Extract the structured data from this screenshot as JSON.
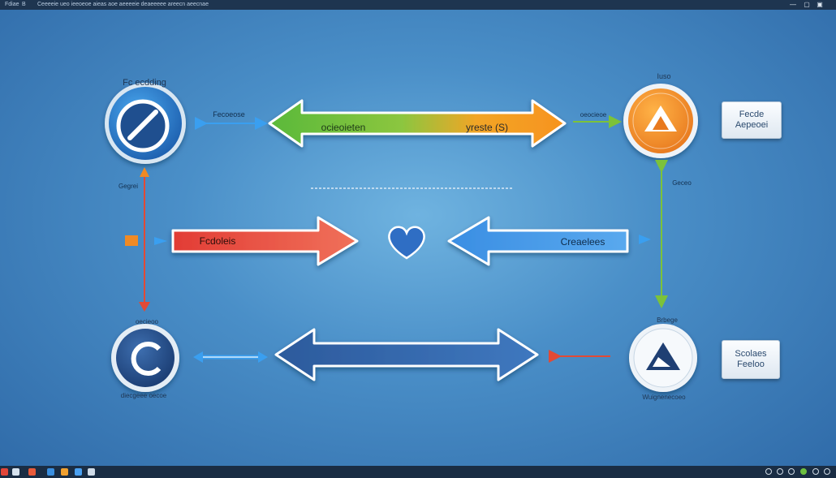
{
  "titlebar": {
    "menu1": "Fdiae",
    "menu2": "B",
    "title": "Ceeeeie ueo ieeoeoe aieas aoe aeeeeie deaeeeee areecn aeecnae"
  },
  "nodes": {
    "top_left": {
      "label": "Fc ecdding"
    },
    "top_right": {
      "label": "Iuso"
    },
    "bottom_left": {
      "label_top": "oecieoo",
      "label_bottom": "diecgeee oecoe"
    },
    "bottom_right": {
      "label_top": "Brbege",
      "label_bottom": "Wuignenecoeo"
    }
  },
  "arrows": {
    "top_main": {
      "left_text": "ocieoieten",
      "right_text": "yreste (S)"
    },
    "mid_left": {
      "text": "Fcdoleis"
    },
    "mid_right": {
      "text": "Creaelees"
    }
  },
  "side_labels": {
    "top_left_connector": "Fecoeose",
    "top_right_connector": "oeocieoe",
    "left_vertical": "Gegrei",
    "right_vertical": "Geceo"
  },
  "cards": {
    "top": {
      "line1": "Fecde",
      "line2": "Aepeoei"
    },
    "bottom": {
      "line1": "Scolaes",
      "line2": "Feeloo"
    }
  },
  "colors": {
    "background": "#4a8fc8",
    "green": "#6cc040",
    "orange": "#f5a623",
    "red": "#e8483a",
    "blue": "#3b8fe0",
    "navy": "#2d5fa0"
  }
}
